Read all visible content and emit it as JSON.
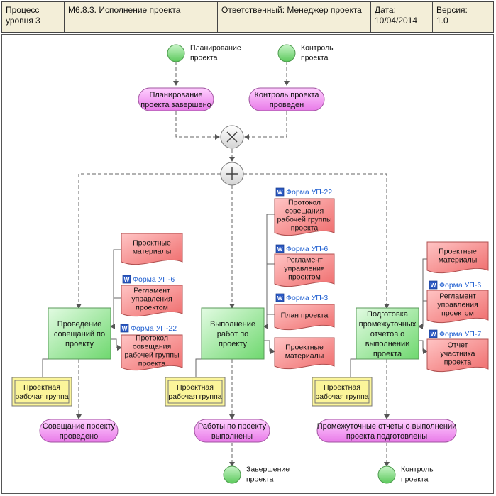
{
  "header": {
    "level": "Процесс уровня 3",
    "process": "М6.8.3.  Исполнение проекта",
    "responsible": "Ответственный: Менеджер проекта",
    "date_label": "Дата:",
    "date": "10/04/2014",
    "version_label": "Версия:",
    "version": "1.0"
  },
  "events": {
    "start_planning": [
      "Планирование",
      "проекта"
    ],
    "start_control": [
      "Контроль",
      "проекта"
    ],
    "end_completion": [
      "Завершение",
      "проекта"
    ],
    "end_control": [
      "Контроль",
      "проекта"
    ]
  },
  "states": {
    "planning_done": [
      "Планирование",
      "проекта завершено"
    ],
    "control_done": [
      "Контроль проекта",
      "проведен"
    ],
    "meeting_done": [
      "Совещание  проекту",
      "проведено"
    ],
    "work_done": [
      "Работы по проекту",
      "выполнены"
    ],
    "reports_done": [
      "Промежуточные отчеты о выполнении",
      "проекта подготовлены"
    ]
  },
  "functions": {
    "meeting": [
      "Проведение",
      "совещаний по",
      "проекту"
    ],
    "work": [
      "Выполнение",
      "работ по",
      "проекту"
    ],
    "reports": [
      "Подготовка",
      "промежуточных",
      "отчетов о",
      "выполнении",
      "проекта"
    ]
  },
  "roles": {
    "group1": [
      "Проектная",
      "рабочая группа"
    ],
    "group2": [
      "Проектная",
      "рабочая группа"
    ],
    "group3": [
      "Проектная",
      "рабочая группа"
    ]
  },
  "forms": {
    "up22_left": "Форма УП-22",
    "up6_left": "Форма УП-6",
    "up22_mid": "Форма УП-22",
    "up6_mid": "Форма УП-6",
    "up3_mid": "Форма УП-3",
    "up6_right": "Форма УП-6",
    "up7_right": "Форма УП-7"
  },
  "documents": {
    "left_materials": [
      "Проектные",
      "материалы"
    ],
    "left_reglament": [
      "Регламент",
      "управления",
      "проектом"
    ],
    "left_protocol": [
      "Протокол",
      "совещания",
      "рабочей группы",
      "проекта"
    ],
    "mid_protocol": [
      "Протокол",
      "совещания",
      "рабочей группы",
      "проекта"
    ],
    "mid_reglament": [
      "Регламент",
      "управления",
      "проектом"
    ],
    "mid_plan": [
      "План проекта"
    ],
    "mid_materials": [
      "Проектные",
      "материалы"
    ],
    "right_materials": [
      "Проектные",
      "материалы"
    ],
    "right_reglament": [
      "Регламент",
      "управления",
      "проектом"
    ],
    "right_report": [
      "Отчет",
      "участника",
      "проекта"
    ]
  },
  "gateways": {
    "xor": "exclusive-gateway-icon",
    "and": "parallel-gateway-icon"
  },
  "colors": {
    "header_bg": "#f3eed8",
    "event_fill": "#7fe07f",
    "state_fill": "#ee88ee",
    "function_fill": "#8fe88f",
    "document_fill": "#f47e7e",
    "role_fill": "#fbf59a",
    "form_link": "#1f5fd1"
  }
}
